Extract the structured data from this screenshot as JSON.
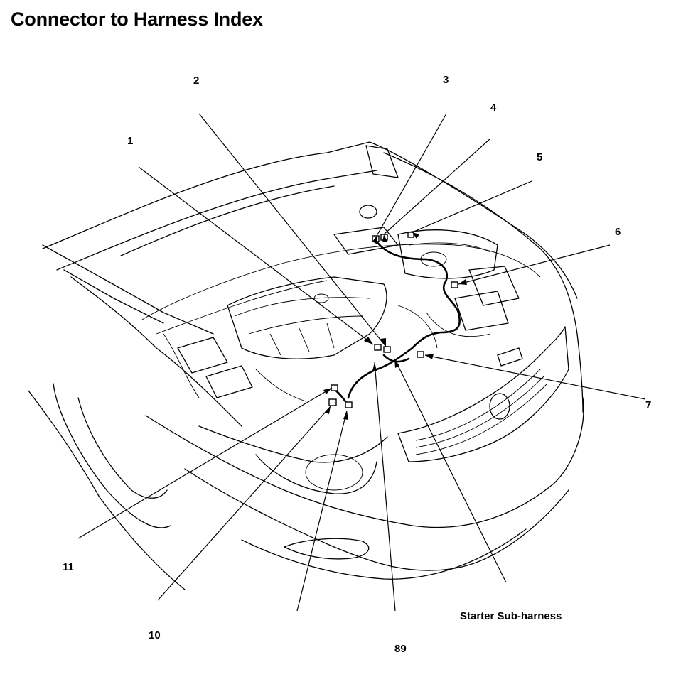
{
  "title": "Connector to Harness Index",
  "callouts": {
    "c1": "1",
    "c2": "2",
    "c3": "3",
    "c4": "4",
    "c5": "5",
    "c6": "6",
    "c7": "7",
    "c8_9": "89",
    "c10": "10",
    "c11": "11",
    "starter": "Starter Sub-harness"
  }
}
